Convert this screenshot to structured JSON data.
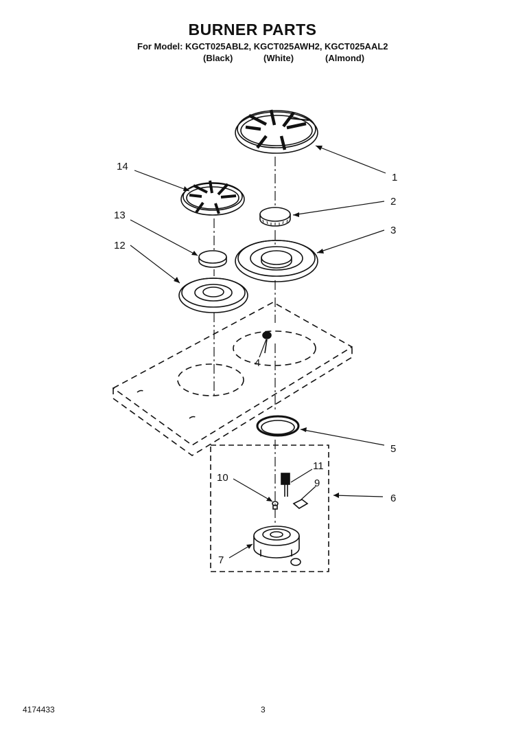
{
  "header": {
    "title": "BURNER PARTS",
    "model_line": "For Model: KGCT025ABL2, KGCT025AWH2, KGCT025AAL2",
    "colors": [
      "(Black)",
      "(White)",
      "(Almond)"
    ]
  },
  "diagram": {
    "callouts": [
      "1",
      "2",
      "3",
      "4",
      "5",
      "6",
      "7",
      "9",
      "10",
      "11",
      "12",
      "13",
      "14"
    ]
  },
  "footer": {
    "doc_number": "4174433",
    "page_number": "3"
  }
}
